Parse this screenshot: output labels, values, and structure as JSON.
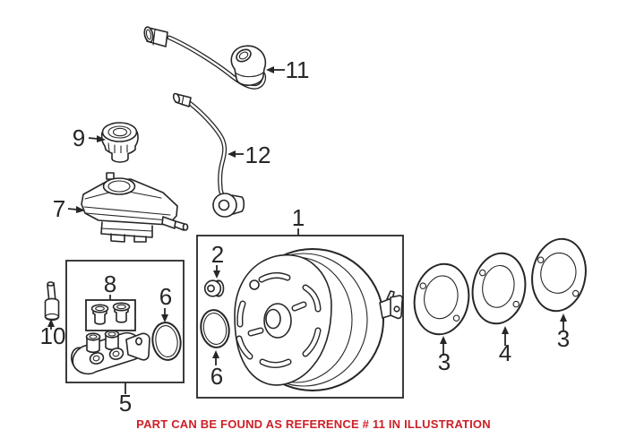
{
  "colors": {
    "line": "#262626",
    "note": "#cc2027",
    "background": "#ffffff"
  },
  "note": "PART CAN BE FOUND AS REFERENCE # 11 IN ILLUSTRATION",
  "callouts": {
    "booster": "1",
    "grommet": "2",
    "gasket_left": "3",
    "gasket_middle": "4",
    "gasket_right": "3",
    "master_cylinder": "5",
    "oring_kit": "6",
    "oring_booster": "6",
    "reservoir": "7",
    "repair_kit": "8",
    "cap": "9",
    "valve": "10",
    "pipe_upper": "11",
    "pipe_lower": "12"
  }
}
